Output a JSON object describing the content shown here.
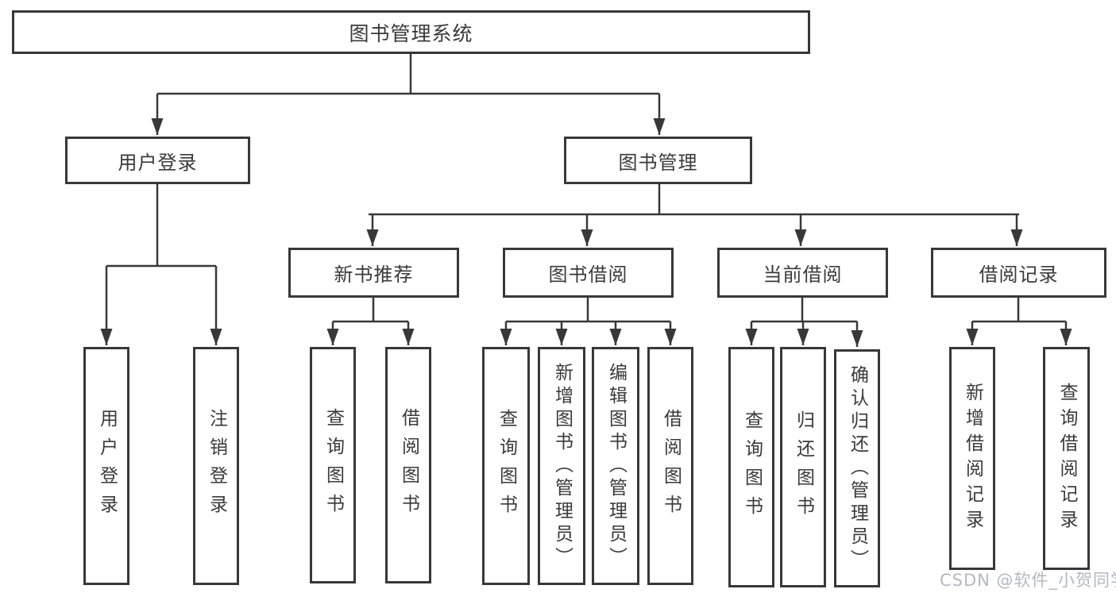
{
  "root": {
    "label": "图书管理系统"
  },
  "level2": {
    "user_login": {
      "label": "用户登录"
    },
    "book_mgmt": {
      "label": "图书管理"
    }
  },
  "level3": {
    "new_books": {
      "label": "新书推荐"
    },
    "book_borrow": {
      "label": "图书借阅"
    },
    "current_borrow": {
      "label": "当前借阅"
    },
    "borrow_records": {
      "label": "借阅记录"
    }
  },
  "leaves": {
    "user_login": [
      "用户登录",
      "注销登录"
    ],
    "new_books": [
      "查询图书",
      "借阅图书"
    ],
    "book_borrow": [
      "查询图书",
      "新增图书（管理员）",
      "编辑图书（管理员）",
      "借阅图书"
    ],
    "current_borrow": [
      "查询图书",
      "归还图书",
      "确认归还（管理员）"
    ],
    "borrow_records": [
      "新增借阅记录",
      "查询借阅记录"
    ]
  },
  "watermark": {
    "text": "CSDN @软件_小贺同学"
  },
  "colors": {
    "line": "#383838",
    "text": "#3a3a3a",
    "watermark": "#b4b8c0",
    "background": "#ffffff"
  }
}
